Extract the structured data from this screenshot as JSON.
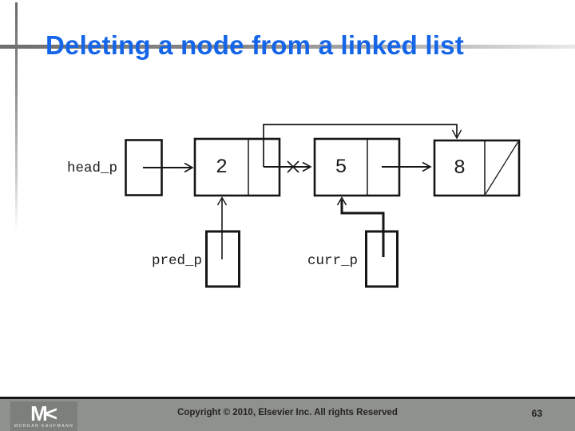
{
  "title": "Deleting a node from a linked list",
  "diagram": {
    "head_label": "head_p",
    "pred_label": "pred_p",
    "curr_label": "curr_p",
    "nodes": [
      {
        "value": "2"
      },
      {
        "value": "5"
      },
      {
        "value": "8"
      }
    ]
  },
  "footer": {
    "copyright": "Copyright © 2010, Elsevier Inc. All rights Reserved",
    "page_number": "63",
    "logo": {
      "monogram": "M<",
      "name": "MORGAN KAUFMANN"
    }
  },
  "colors": {
    "title_blue": "#1565e9",
    "footer_bar_gray": "#8e918c",
    "logo_block_gray": "#7b807a",
    "line_black": "#161616"
  }
}
